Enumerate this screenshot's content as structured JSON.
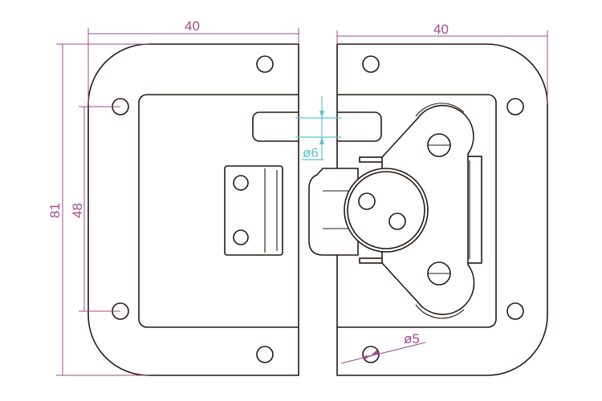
{
  "dimensions": {
    "left_width": "40",
    "right_width": "40",
    "overall_height": "81",
    "hole_spacing": "48",
    "slot_diameter": "ø6",
    "hole_diameter": "ø5"
  },
  "colors": {
    "dimension": "#a24a8c",
    "detail_dimension": "#5bc4d1",
    "outline": "#231815"
  }
}
